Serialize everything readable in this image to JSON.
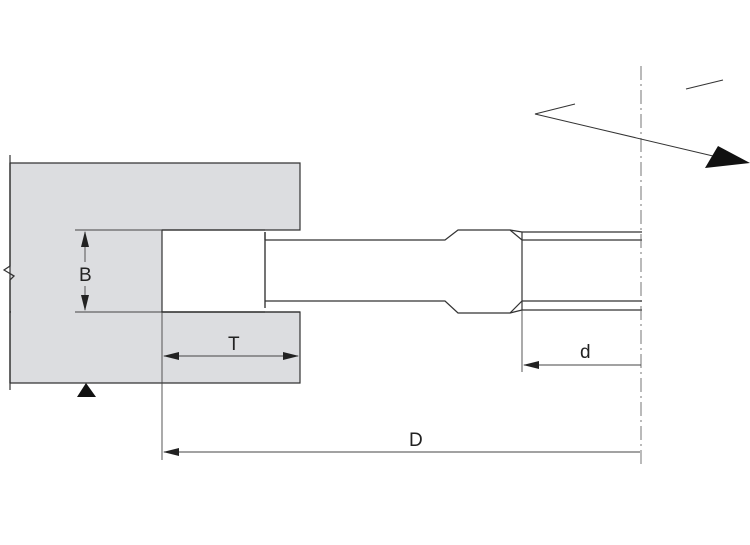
{
  "labels": {
    "B": "B",
    "T": "T",
    "d": "d",
    "D": "D"
  },
  "colors": {
    "workpiece_fill": "#dcdde0",
    "line": "#333333",
    "dim_line": "#444444",
    "background": "#ffffff"
  }
}
